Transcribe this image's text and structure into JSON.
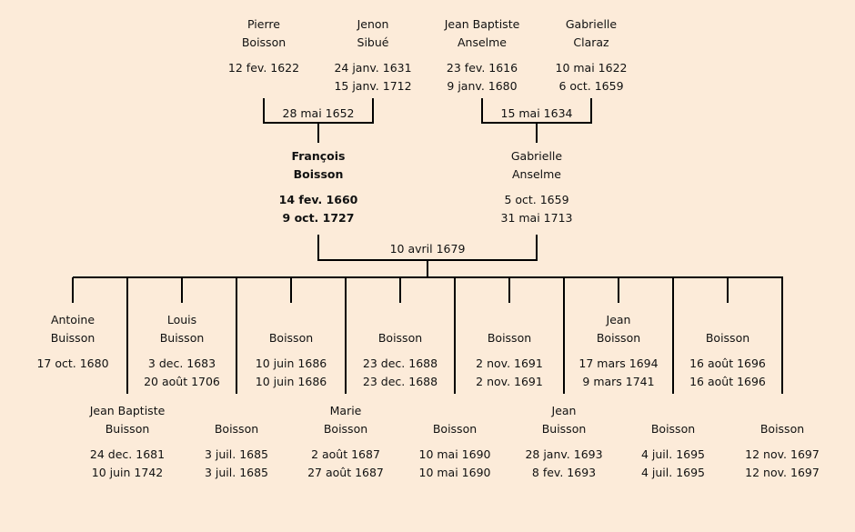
{
  "grandparents": [
    {
      "first": "Pierre",
      "last": "Boisson",
      "birth": "12 fev. 1622",
      "death": ""
    },
    {
      "first": "Jenon",
      "last": "Sibué",
      "birth": "24 janv. 1631",
      "death": "15 janv. 1712"
    },
    {
      "first": "Jean Baptiste",
      "last": "Anselme",
      "birth": "23 fev. 1616",
      "death": "9 janv. 1680"
    },
    {
      "first": "Gabrielle",
      "last": "Claraz",
      "birth": "10 mai 1622",
      "death": "6 oct. 1659"
    }
  ],
  "grandparent_marriages": [
    "28 mai 1652",
    "15 mai 1634"
  ],
  "parents": [
    {
      "first": "François",
      "last": "Boisson",
      "birth": "14 fev. 1660",
      "death": "9 oct. 1727",
      "highlight": true
    },
    {
      "first": "Gabrielle",
      "last": "Anselme",
      "birth": "5 oct. 1659",
      "death": "31 mai 1713",
      "highlight": false
    }
  ],
  "parent_marriage": "10 avril 1679",
  "children": [
    {
      "first": "Antoine",
      "last": "Buisson",
      "birth": "17 oct. 1680",
      "death": ""
    },
    {
      "first": "Jean Baptiste",
      "last": "Buisson",
      "birth": "24 dec. 1681",
      "death": "10 juin 1742"
    },
    {
      "first": "Louis",
      "last": "Buisson",
      "birth": "3 dec. 1683",
      "death": "20 août 1706"
    },
    {
      "first": "",
      "last": "Boisson",
      "birth": "3 juil. 1685",
      "death": "3 juil. 1685"
    },
    {
      "first": "",
      "last": "Boisson",
      "birth": "10 juin 1686",
      "death": "10 juin 1686"
    },
    {
      "first": "Marie",
      "last": "Boisson",
      "birth": "2 août 1687",
      "death": "27 août 1687"
    },
    {
      "first": "",
      "last": "Boisson",
      "birth": "23 dec. 1688",
      "death": "23 dec. 1688"
    },
    {
      "first": "",
      "last": "Boisson",
      "birth": "10 mai 1690",
      "death": "10 mai 1690"
    },
    {
      "first": "",
      "last": "Boisson",
      "birth": "2 nov. 1691",
      "death": "2 nov. 1691"
    },
    {
      "first": "Jean",
      "last": "Buisson",
      "birth": "28 janv. 1693",
      "death": "8 fev. 1693"
    },
    {
      "first": "Jean",
      "last": "Boisson",
      "birth": "17 mars 1694",
      "death": "9 mars 1741"
    },
    {
      "first": "",
      "last": "Boisson",
      "birth": "4 juil. 1695",
      "death": "4 juil. 1695"
    },
    {
      "first": "",
      "last": "Boisson",
      "birth": "16 août 1696",
      "death": "16 août 1696"
    },
    {
      "first": "",
      "last": "Boisson",
      "birth": "12 nov. 1697",
      "death": "12 nov. 1697"
    }
  ]
}
